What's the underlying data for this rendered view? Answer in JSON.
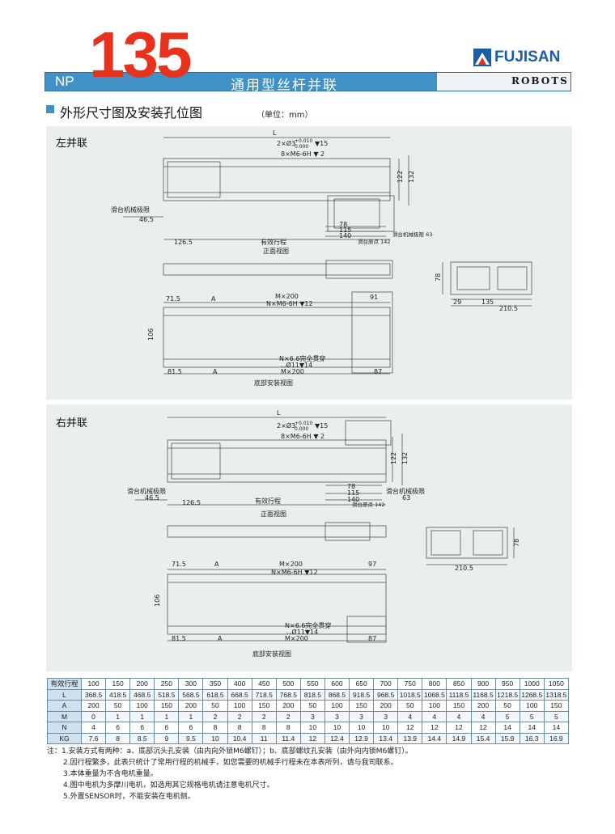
{
  "header": {
    "prefix": "NP",
    "model_number": "135",
    "series_title": "通用型丝杆并联",
    "brand": "FUJISAN",
    "brand_sub": "ROBOTS"
  },
  "section": {
    "title": "外形尺寸图及安装孔位图",
    "unit": "（单位：mm）"
  },
  "colors": {
    "accent": "#3f91c6",
    "number": "#e8321c",
    "brand": "#1b5ea3",
    "panel_bg": "#e8efee"
  },
  "left_panel": {
    "label": "左并联",
    "front": {
      "dim_L": "L",
      "pin": "2×Ø3",
      "pin_tol_upper": "+0.010",
      "pin_tol_lower": "0.000",
      "pin_depth": "▼15",
      "screw": "8×M6-6H ▼ 2",
      "d122": "122",
      "d132": "132",
      "mech_limit": "滑台机械极限",
      "d46_5": "46.5",
      "d126_5": "126.5",
      "stroke": "有效行程",
      "d78": "78",
      "d115": "115",
      "d140": "140",
      "mech_limit_r": "滑台机械极限 63",
      "origin": "滑台原点 142",
      "view_name": "正面视图"
    },
    "bottom": {
      "d71_5": "71.5",
      "a_top": "A",
      "m200_top": "M×200",
      "n_screw": "N×M6-6H ▼12",
      "d91": "91",
      "d106": "106",
      "n_hole": "N×6.6完全贯穿",
      "cbore": "⌴Ø11▼14",
      "d81_5": "81.5",
      "a_bot": "A",
      "m200_bot": "M×200",
      "d87": "87",
      "view_name": "底部安装视图"
    },
    "side": {
      "d78": "78",
      "d29": "29",
      "d135": "135",
      "d210_5": "210.5"
    }
  },
  "right_panel": {
    "label": "右并联",
    "front": {
      "dim_L": "L",
      "pin": "2×Ø3",
      "pin_tol_upper": "+0.010",
      "pin_tol_lower": "0.000",
      "pin_depth": "▼15",
      "screw": "8×M6-6H ▼ 2",
      "d122": "122",
      "d132": "132",
      "mech_limit": "滑台机械极限",
      "d46_5": "46.5",
      "d126_5": "126.5",
      "stroke": "有效行程",
      "d78": "78",
      "d115": "115",
      "d140": "140",
      "mech_limit_r": "滑台机械极限",
      "d63": "63",
      "origin": "滑台原点 142",
      "view_name": "正面视图"
    },
    "bottom": {
      "d71_5": "71.5",
      "a_top": "A",
      "m200_top": "M×200",
      "d97": "97",
      "n_screw": "N×M6-6H ▼12",
      "d106": "106",
      "n_hole": "N×6.6完全贯穿",
      "cbore": "⌴Ø11▼14",
      "m200_bot": "M×200",
      "d81_5": "81.5",
      "a_bot": "A",
      "d87": "87",
      "view_name": "底部安装视图"
    },
    "side": {
      "d78": "78",
      "d210_5": "210.5"
    }
  },
  "table": {
    "rows": [
      {
        "label": "有效行程",
        "values": [
          "100",
          "150",
          "200",
          "250",
          "300",
          "350",
          "400",
          "450",
          "500",
          "550",
          "600",
          "650",
          "700",
          "750",
          "800",
          "850",
          "900",
          "950",
          "1000",
          "1050"
        ]
      },
      {
        "label": "L",
        "values": [
          "368.5",
          "418.5",
          "468.5",
          "518.5",
          "568.5",
          "618.5",
          "668.5",
          "718.5",
          "768.5",
          "818.5",
          "868.5",
          "918.5",
          "968.5",
          "1018.5",
          "1068.5",
          "1118.5",
          "1168.5",
          "1218.5",
          "1268.5",
          "1318.5"
        ]
      },
      {
        "label": "A",
        "values": [
          "200",
          "50",
          "100",
          "150",
          "200",
          "50",
          "100",
          "150",
          "200",
          "50",
          "100",
          "150",
          "200",
          "50",
          "100",
          "150",
          "200",
          "50",
          "100",
          "150"
        ]
      },
      {
        "label": "M",
        "values": [
          "0",
          "1",
          "1",
          "1",
          "1",
          "2",
          "2",
          "2",
          "2",
          "3",
          "3",
          "3",
          "3",
          "4",
          "4",
          "4",
          "4",
          "5",
          "5",
          "5"
        ]
      },
      {
        "label": "N",
        "values": [
          "4",
          "6",
          "6",
          "6",
          "6",
          "8",
          "8",
          "8",
          "8",
          "10",
          "10",
          "10",
          "10",
          "12",
          "12",
          "12",
          "12",
          "14",
          "14",
          "14"
        ]
      },
      {
        "label": "KG",
        "values": [
          "7.6",
          "8",
          "8.5",
          "9",
          "9.5",
          "10",
          "10.4",
          "11",
          "11.4",
          "12",
          "12.4",
          "12.9",
          "13.4",
          "13.9",
          "14.4",
          "14.9",
          "15.4",
          "15.9",
          "16.3",
          "16.9"
        ]
      }
    ]
  },
  "notes": {
    "n1": "注：1.安装方式有两种：a、底部沉头孔安装（由内向外锁M6螺钉）；b、底部螺纹孔安装（由外向内锁M6螺钉）。",
    "n2": "2.因行程繁多，此表只统计了常用行程的机械手，如您需要的机械手行程未在本表所列，请与我司联系。",
    "n3": "3.本体重量为不含电机重量。",
    "n4": "4.图中电机为多摩川电机，如选用其它规格电机请注意电机尺寸。",
    "n5": "5.外置SENSOR时，不能安装在电机侧。"
  }
}
